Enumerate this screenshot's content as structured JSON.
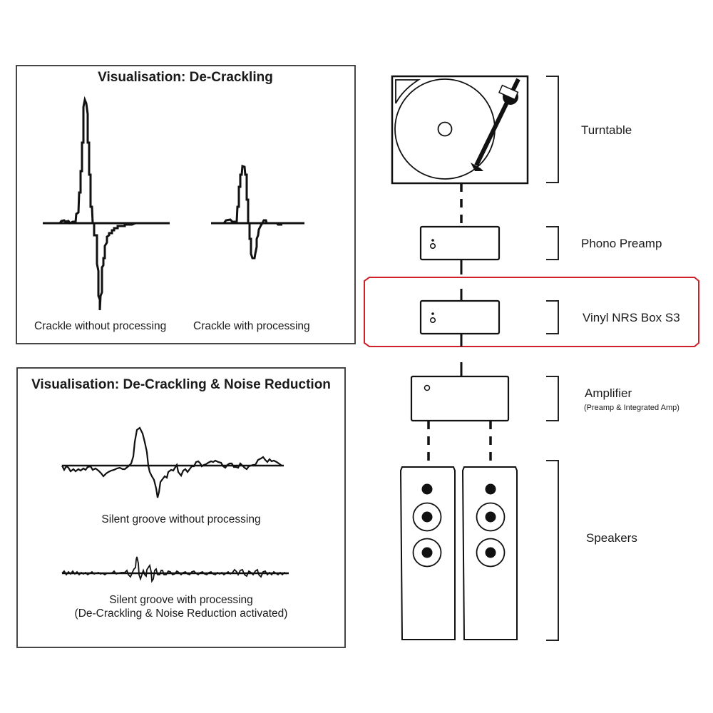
{
  "panels": {
    "decrackling": {
      "title": "Visualisation: De-Crackling",
      "captions": [
        "Crackle without processing",
        "Crackle with processing"
      ]
    },
    "noise_reduction": {
      "title": "Visualisation: De-Crackling & Noise Reduction",
      "caption_without": "Silent groove without processing",
      "caption_with_line1": "Silent groove with processing",
      "caption_with_line2": "(De-Crackling & Noise Reduction activated)"
    }
  },
  "chain": [
    {
      "id": "turntable",
      "label": "Turntable"
    },
    {
      "id": "phono-preamp",
      "label": "Phono Preamp"
    },
    {
      "id": "vinyl-nrs-box",
      "label": "Vinyl NRS Box S3",
      "highlighted": true
    },
    {
      "id": "amplifier",
      "label": "Amplifier",
      "sublabel": "(Preamp & Integrated Amp)"
    },
    {
      "id": "speakers",
      "label": "Speakers"
    }
  ],
  "colors": {
    "line": "#111111",
    "highlight": "#d0202a"
  }
}
